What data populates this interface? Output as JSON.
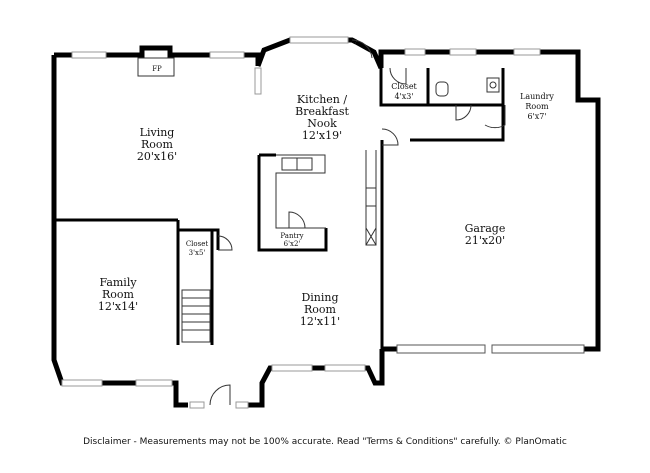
{
  "colors": {
    "wall": "#000000",
    "thin_line": "#333333",
    "window": "#bdbdbd",
    "background": "#ffffff"
  },
  "rooms": {
    "living": {
      "name1": "Living",
      "name2": "Room",
      "dims": "20'x16'"
    },
    "fireplace": {
      "label": "FP"
    },
    "kitchen": {
      "name1": "Kitchen /",
      "name2": "Breakfast",
      "name3": "Nook",
      "dims": "12'x19'"
    },
    "closet_upper": {
      "name": "Closet",
      "dims": "4'x3'"
    },
    "laundry": {
      "name1": "Laundry",
      "name2": "Room",
      "dims": "6'x7'"
    },
    "pantry": {
      "name": "Pantry",
      "dims": "6'x2'"
    },
    "closet_lower": {
      "name": "Closet",
      "dims": "3'x5'"
    },
    "family": {
      "name1": "Family",
      "name2": "Room",
      "dims": "12'x14'"
    },
    "dining": {
      "name1": "Dining",
      "name2": "Room",
      "dims": "12'x11'"
    },
    "garage": {
      "name": "Garage",
      "dims": "21'x20'"
    }
  },
  "disclaimer": "Disclaimer - Measurements may not be 100% accurate. Read \"Terms & Conditions\" carefully. © PlanOmatic"
}
